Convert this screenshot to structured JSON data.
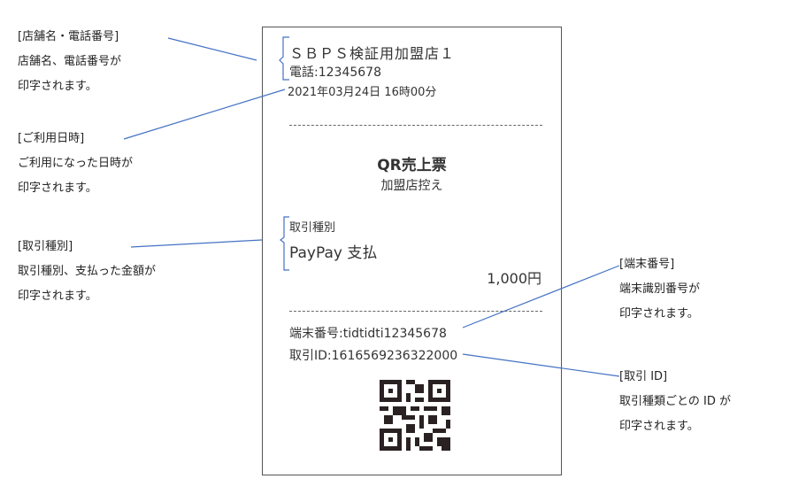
{
  "annotations": {
    "shop": {
      "title": "[店舗名・電話番号]",
      "lines": [
        "店舗名、電話番号が",
        "印字されます。"
      ]
    },
    "datetime": {
      "title": "[ご利用日時]",
      "lines": [
        "ご利用になった日時が",
        "印字されます。"
      ]
    },
    "type": {
      "title": "[取引種別]",
      "lines": [
        "取引種別、支払った金額が",
        "印字されます。"
      ]
    },
    "terminal": {
      "title": "[端末番号]",
      "lines": [
        "端末識別番号が",
        "印字されます。"
      ]
    },
    "txid": {
      "title": "[取引 ID]",
      "lines": [
        "取引種類ごとの ID が",
        "印字されます。"
      ]
    }
  },
  "receipt": {
    "shop_name": "ＳＢＰＳ検証用加盟店１",
    "phone": "電話:12345678",
    "datetime": "2021年03月24日 16時00分",
    "title": "QR売上票",
    "subtitle": "加盟店控え",
    "type_label": "取引種別",
    "type_value": "PayPay 支払",
    "amount": "1,000円",
    "terminal": "端末番号:tidtidti12345678",
    "transaction_id": "取引ID:1616569236322000"
  },
  "colors": {
    "line": "#4472c4"
  }
}
